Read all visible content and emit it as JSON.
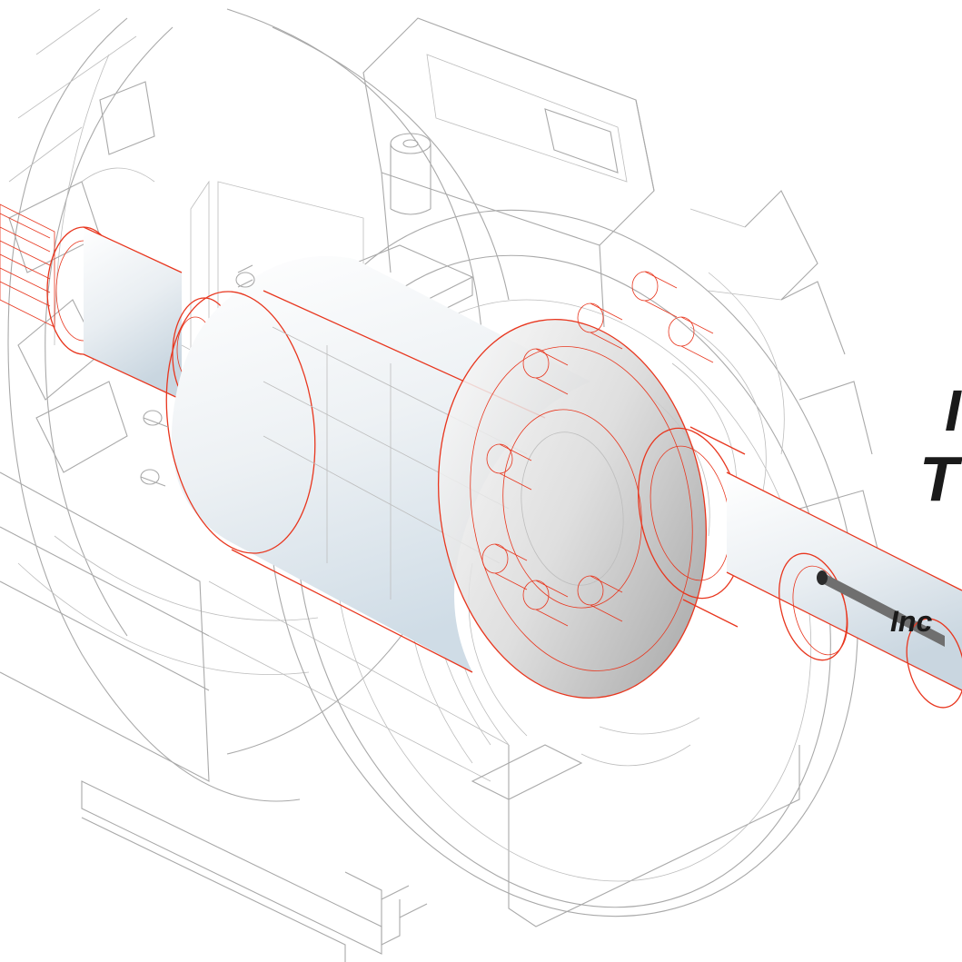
{
  "headline": {
    "line1": "I",
    "line2": "T"
  },
  "tagline": "Inc",
  "colors": {
    "outline_red": "#e8361e",
    "ghost_gray": "#a9a9a9",
    "shaft_light": "#ffffff",
    "shaft_shadow": "#c9d6e0",
    "text_dark": "#1a1a1a"
  }
}
